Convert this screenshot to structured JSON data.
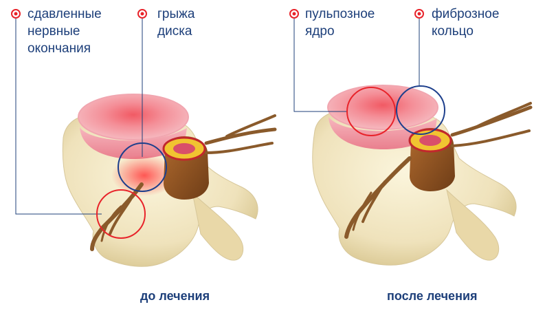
{
  "colors": {
    "label_text": "#1d3f7a",
    "leader_line": "#1d3f7a",
    "marker_red": "#e8232a",
    "circle_blue": "#1d3f8c",
    "circle_red": "#e8232a",
    "bone": "#efe2bb",
    "disc": "#f28f9c",
    "nerve": "#8a5a2b"
  },
  "labels": {
    "compressed_nerves": {
      "lines": [
        "сдавленные",
        "нервные",
        "окончания"
      ],
      "marker_icon": "red-ring-dot-icon",
      "circle": "red"
    },
    "disc_hernia": {
      "lines": [
        "грыжа",
        "диска"
      ],
      "marker_icon": "red-ring-dot-icon",
      "circle": "blue"
    },
    "nucleus_pulposus": {
      "lines": [
        "пульпозное",
        "ядро"
      ],
      "marker_icon": "red-ring-dot-icon",
      "circle": "red"
    },
    "annulus_fibrosus": {
      "lines": [
        "фиброзное",
        "кольцо"
      ],
      "marker_icon": "red-ring-dot-icon",
      "circle": "blue"
    }
  },
  "captions": {
    "before": "до лечения",
    "after": "после лечения"
  }
}
